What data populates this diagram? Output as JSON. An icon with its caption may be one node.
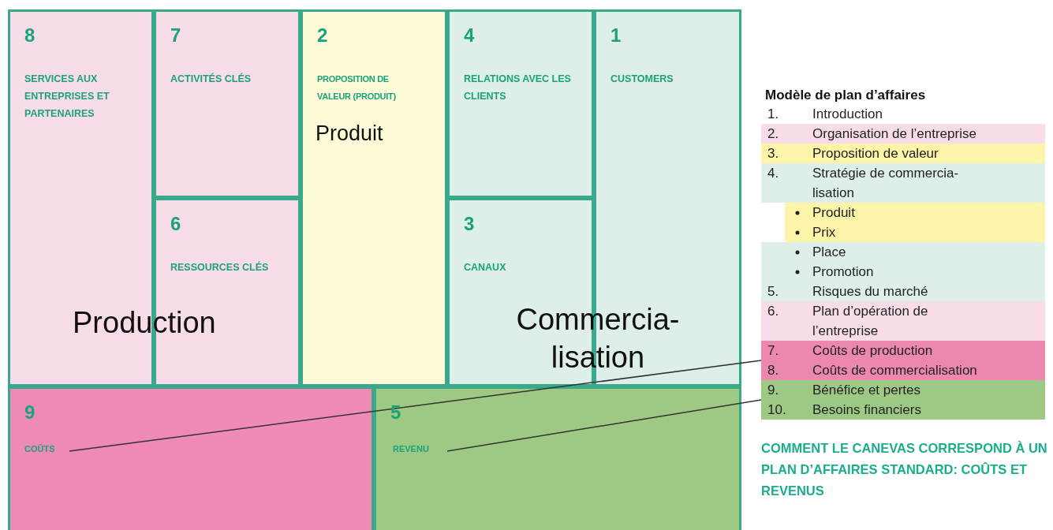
{
  "diagram": {
    "caption": "COMMENT LE CANEVAS CORRESPOND À UN PLAN D’AFFAIRES STANDARD: COÛTS ET REVENUS",
    "nodes": [
      {
        "text": [
          "8",
          "SERVICES AUX ENTREPRISES ET PARTENAIRES"
        ]
      },
      {
        "text": [
          "7",
          "ACTIVITÉS CLÉS"
        ]
      },
      {
        "text": [
          "2",
          "PROPOSITION DE VALEUR (PRODUIT)",
          "Produit"
        ]
      },
      {
        "text": [
          "4",
          "RELATIONS AVEC LES CLIENTS"
        ]
      },
      {
        "text": [
          "1",
          "CUSTOMERS"
        ]
      },
      {
        "text": [
          "6",
          "RESSOURCES CLÉS"
        ]
      },
      {
        "text": [
          "3",
          "CANAUX"
        ]
      },
      {
        "text": [
          "9"
        ]
      },
      {
        "text": [
          "COÛTS"
        ],
        "in": 7
      },
      {
        "text": [
          "5"
        ]
      },
      {
        "text": [
          "REVENU"
        ],
        "in": 9
      },
      {
        "text": [
          "2.",
          "Organisation de l’entreprise"
        ]
      },
      {
        "text": [
          "3.",
          "Proposition de valeur"
        ]
      },
      {
        "text": [
          "4.",
          "Stratégie de commercia- lisation"
        ]
      },
      {
        "text": [
          "Produit",
          "Prix"
        ]
      },
      {
        "text": [
          "Place",
          "Promotion"
        ]
      },
      {
        "text": [
          "5.",
          "Risques du marché"
        ]
      },
      {
        "text": [
          "6.",
          "Plan d’opération de l’entreprise"
        ]
      },
      {
        "text": [
          "7.",
          "Coûts de production",
          "8.",
          "Coûts de commercialisation"
        ]
      },
      {
        "text": [
          "9.",
          "Bénéfice et pertes",
          "10.",
          "Besoins financiers"
        ]
      }
    ],
    "edges": [
      {
        "from": 8,
        "to": 18,
        "arrow": "none"
      },
      {
        "from": 10,
        "to": 19,
        "arrow": "none"
      }
    ],
    "labels": [
      "Production",
      "Commercia- lisation",
      "Modèle de plan d’affaires",
      "1.",
      "Introduction"
    ]
  }
}
